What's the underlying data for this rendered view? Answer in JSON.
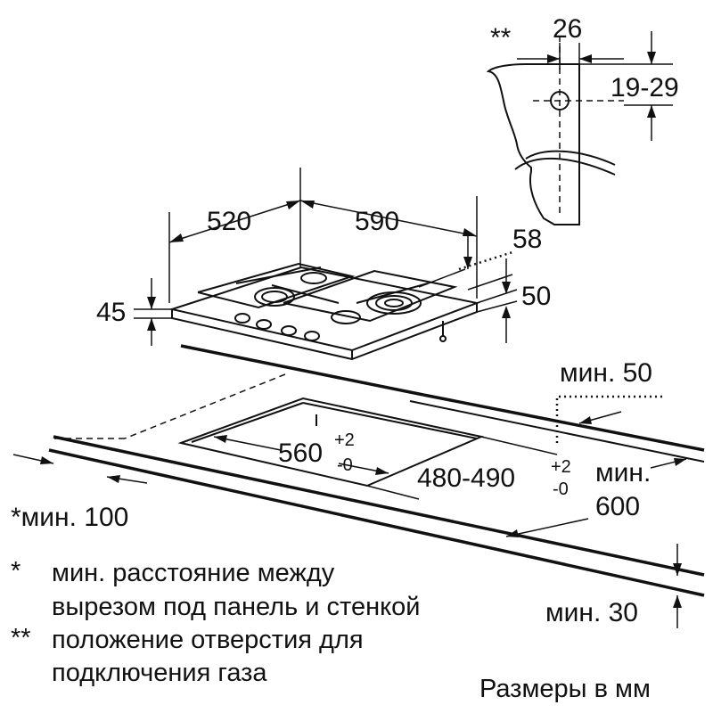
{
  "connector": {
    "marker": "**",
    "width": "26",
    "height_range": "19-29"
  },
  "hob": {
    "depth": "520",
    "width": "590",
    "height": "45",
    "top_offset": "58",
    "side_offset": "50"
  },
  "cutout": {
    "width": "560",
    "width_tol_plus": "+2",
    "width_tol_minus": "-0",
    "depth": "480-490",
    "depth_tol_plus": "+2",
    "depth_tol_minus": "-0",
    "min_back": "мин. 50",
    "min_front": "мин.",
    "min_front_value": "600",
    "min_side": "*мин. 100",
    "min_thickness": "мин. 30"
  },
  "notes": [
    {
      "marker": "*",
      "text_line1": "мин. расстояние между",
      "text_line2": "вырезом под панель и стенкой"
    },
    {
      "marker": "**",
      "text_line1": "положение отверстия для",
      "text_line2": "подключения газа"
    }
  ],
  "units_caption": "Размеры в мм"
}
